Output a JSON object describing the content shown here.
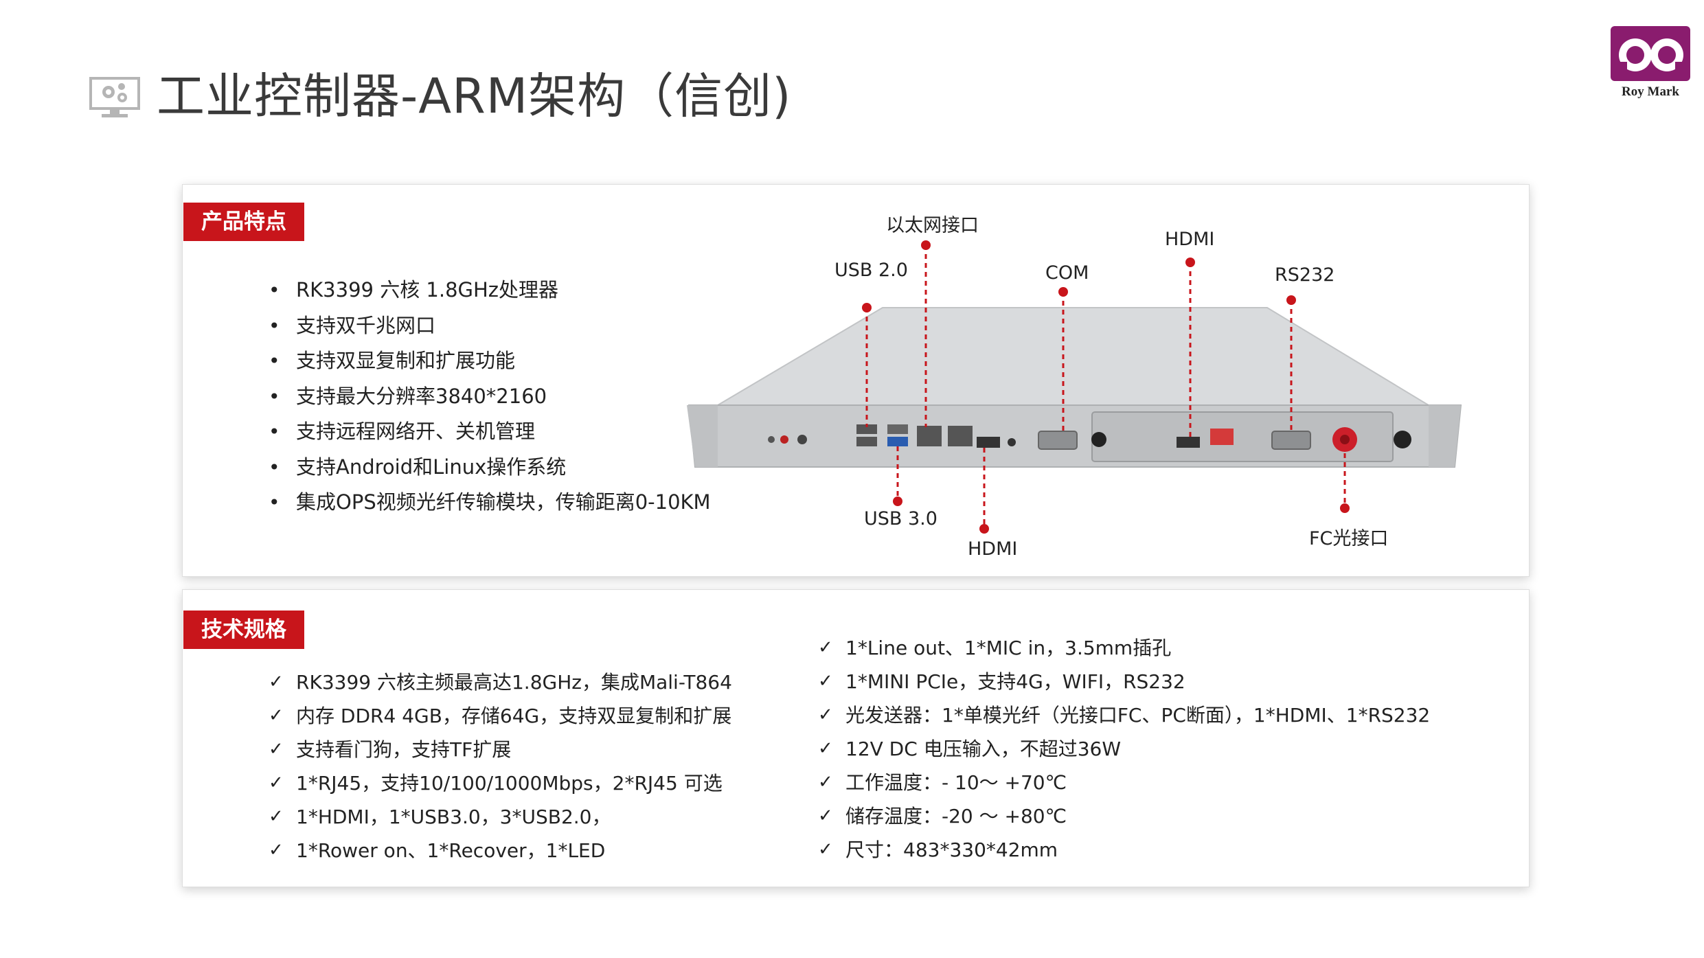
{
  "header": {
    "title": "工业控制器-ARM架构（信创)",
    "logo_text": "Roy Mark",
    "title_icon": "monitor-gear-icon",
    "logo_icon": "roy-mark-logo-icon"
  },
  "colors": {
    "accent": "#c8151b",
    "logo": "#8a1c6e",
    "device": "#c9cbcd"
  },
  "features": {
    "label": "产品特点",
    "items": [
      "RK3399 六核 1.8GHz处理器",
      "支持双千兆网口",
      "支持双显复制和扩展功能",
      "支持最大分辨率3840*2160",
      "支持远程网络开、关机管理",
      "支持Android和Linux操作系统",
      "集成OPS视频光纤传输模块，传输距离0-10KM"
    ]
  },
  "diagram": {
    "labels": {
      "ethernet": "以太网接口",
      "usb2": "USB 2.0",
      "com": "COM",
      "hdmi_top": "HDMI",
      "rs232": "RS232",
      "usb3": "USB 3.0",
      "hdmi_bottom": "HDMI",
      "fc": "FC光接口"
    }
  },
  "specs": {
    "label": "技术规格",
    "left": [
      "RK3399 六核主频最高达1.8GHz，集成Mali-T864",
      "内存 DDR4 4GB，存储64G，支持双显复制和扩展",
      "支持看门狗，支持TF扩展",
      "1*RJ45，支持10/100/1000Mbps，2*RJ45 可选",
      "1*HDMI，1*USB3.0，3*USB2.0，",
      "1*Rower on、1*Recover，1*LED"
    ],
    "right": [
      "1*Line out、1*MIC in，3.5mm插孔",
      "1*MINI PCIe，支持4G，WIFI，RS232",
      "光发送器：1*单模光纤（光接口FC、PC断面），1*HDMI、1*RS232",
      "12V DC 电压输入，不超过36W",
      "工作温度：- 10～ +70℃",
      "储存温度：-20 ～ +80℃",
      "尺寸：483*330*42mm"
    ]
  }
}
